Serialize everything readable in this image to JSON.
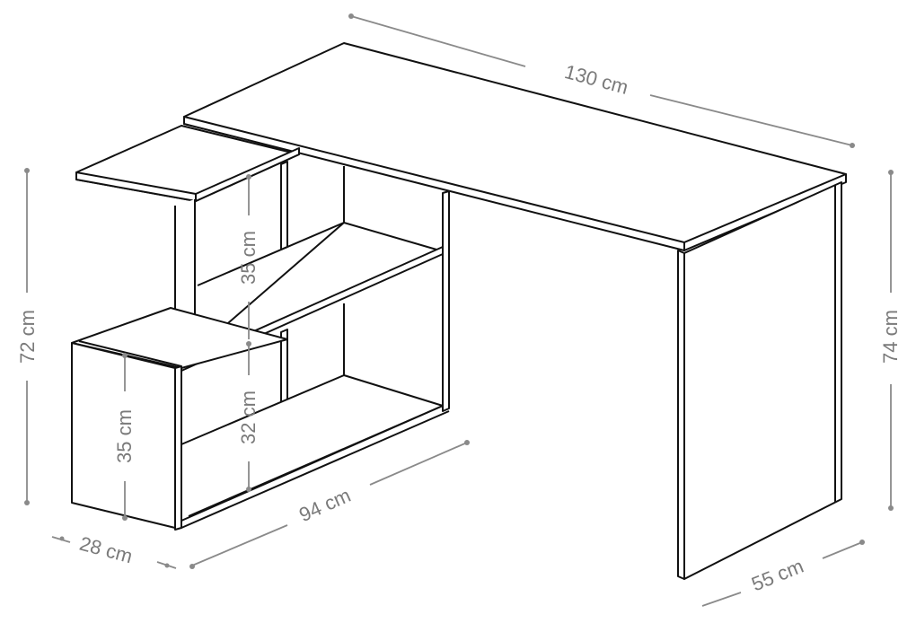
{
  "diagram": {
    "subject": "L-shaped corner desk with shelving unit",
    "colors": {
      "outline": "#111111",
      "dimension_line": "#8a8a8a",
      "dimension_text": "#7a7a7a",
      "background": "#ffffff"
    },
    "dimensions": {
      "desk_width": "130 cm",
      "desk_depth": "55 cm",
      "desk_height": "74 cm",
      "shelf_total_height": "72 cm",
      "shelf_unit_length": "94 cm",
      "shelf_unit_depth": "28 cm",
      "upper_shelf_height": "35 cm",
      "middle_shelf_height": "32 cm",
      "cabinet_height": "35 cm"
    }
  }
}
